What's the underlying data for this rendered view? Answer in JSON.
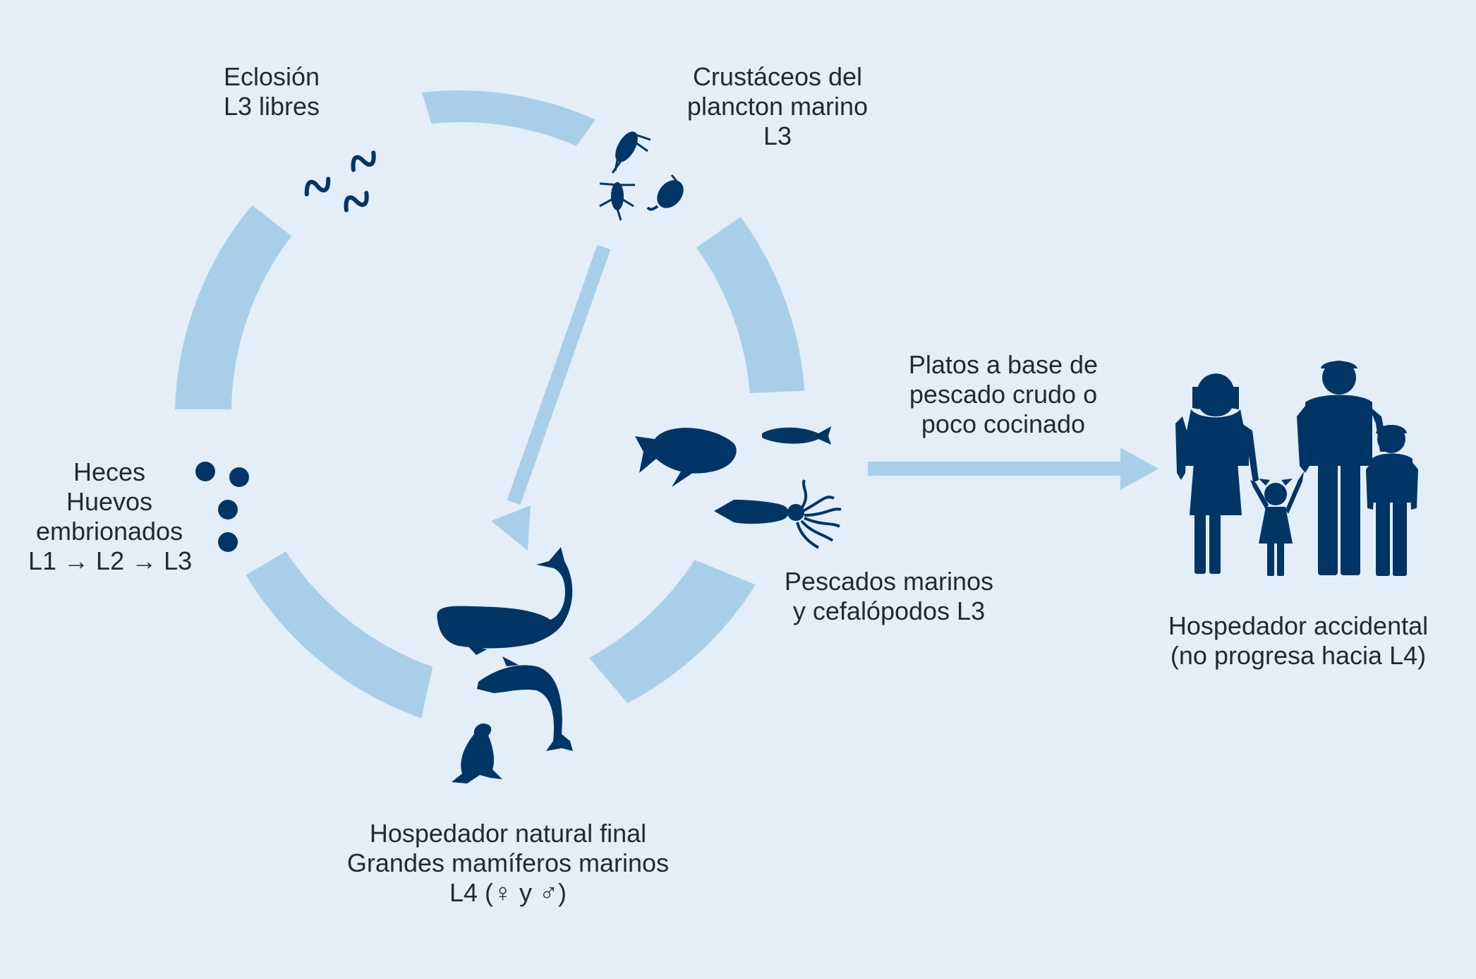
{
  "colors": {
    "background": "#e3eef8",
    "cycle_segment": "#a9cfe8",
    "arrow": "#a9cfe8",
    "icon": "#003566",
    "text": "#1e2a35"
  },
  "labels": {
    "hatching": {
      "line1": "Eclosión",
      "line2": "L3 libres"
    },
    "crustaceans": {
      "line1": "Crustáceos del",
      "line2": "plancton marino",
      "line3": "L3"
    },
    "feces": {
      "line1": "Heces",
      "line2": "Huevos",
      "line3": "embrionados",
      "line4": "L1 → L2 → L3"
    },
    "fish": {
      "line1": "Pescados marinos",
      "line2": "y cefalópodos L3"
    },
    "final_host": {
      "line1": "Hospedador natural final",
      "line2": "Grandes mamíferos marinos",
      "line3": "L4 (♀ y ♂)"
    },
    "dishes": {
      "line1": "Platos a base de",
      "line2": "pescado crudo o",
      "line3": "poco cocinado"
    },
    "accidental_host": {
      "line1": "Hospedador accidental",
      "line2": "(no progresa hacia L4)"
    }
  },
  "icons": [
    "larva-icon",
    "plankton-crustacean-icon",
    "fish-icon",
    "squid-icon",
    "sperm-whale-icon",
    "dolphin-icon",
    "sea-lion-icon",
    "egg-icon",
    "family-icon"
  ]
}
